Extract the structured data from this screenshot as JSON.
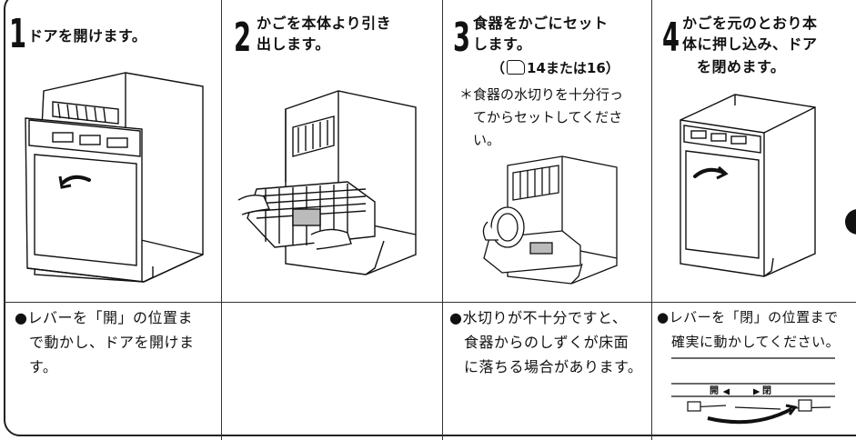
{
  "steps": [
    {
      "number": "1",
      "title": "ドアを開けます。"
    },
    {
      "number": "2",
      "title_line1": "かごを本体より引き",
      "title_line2": "出します。"
    },
    {
      "number": "3",
      "title_line1": "食器をかごにセット",
      "title_line2": "します。",
      "ref_open": "（",
      "ref_text": "14または16",
      "ref_close": "）",
      "note_line1": "＊食器の水切りを十分行っ",
      "note_line2": "てからセットしてくださ",
      "note_line3": "い。"
    },
    {
      "number": "4",
      "title_line1": "かごを元のとおり本",
      "title_line2": "体に押し込み、ドア",
      "title_line3": "を閉めます。"
    }
  ],
  "notes": {
    "col1_line1": "●レバーを「開」の位置ま",
    "col1_line2": "で動かし、ドアを開けま",
    "col1_line3": "す。",
    "col3_line1": "●水切りが不十分ですと、",
    "col3_line2": "食器からのしずくが床面",
    "col3_line3": "に落ちる場合があります。",
    "col4_line1": "●レバーを「閉」の位置まで",
    "col4_line2": "確実に動かしてください。"
  },
  "lever_labels": {
    "open": "開",
    "close": "閉"
  }
}
